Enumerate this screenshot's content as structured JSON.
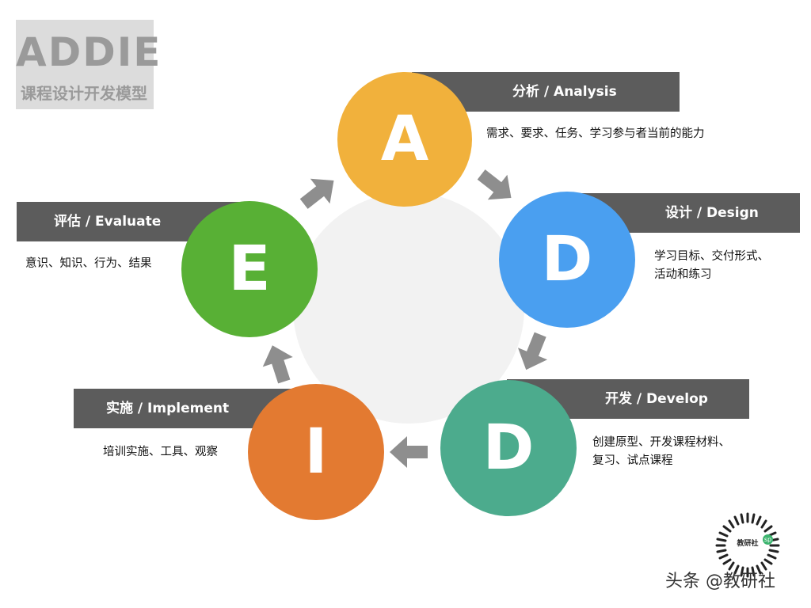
{
  "header": {
    "title": "ADDIE",
    "subtitle": "课程设计开发模型"
  },
  "stages": [
    {
      "key": "analysis",
      "letter": "A",
      "label": "分析 / Analysis",
      "desc": [
        "需求、要求、任务、学习参与者当前的能力"
      ],
      "color": "#f1b13c"
    },
    {
      "key": "design",
      "letter": "D",
      "label": "设计 / Design",
      "desc": [
        "学习目标、交付形式、",
        "活动和练习"
      ],
      "color": "#4a9ff0"
    },
    {
      "key": "develop",
      "letter": "D",
      "label": "开发 / Develop",
      "desc": [
        "创建原型、开发课程材料、",
        "复习、试点课程"
      ],
      "color": "#4cab8d"
    },
    {
      "key": "implement",
      "letter": "I",
      "label": "实施 / Implement",
      "desc": [
        "培训实施、工具、观察"
      ],
      "color": "#e37a31"
    },
    {
      "key": "evaluate",
      "letter": "E",
      "label": "评估 / Evaluate",
      "desc": [
        "意识、知识、行为、结果"
      ],
      "color": "#58b035"
    }
  ],
  "colors": {
    "bar": "#5c5c5c",
    "arrow": "#8e8e8e",
    "center": "#f2f2f2"
  },
  "qr": {
    "label": "教研社",
    "badge": "sp"
  },
  "watermark": "头条 @教研社"
}
